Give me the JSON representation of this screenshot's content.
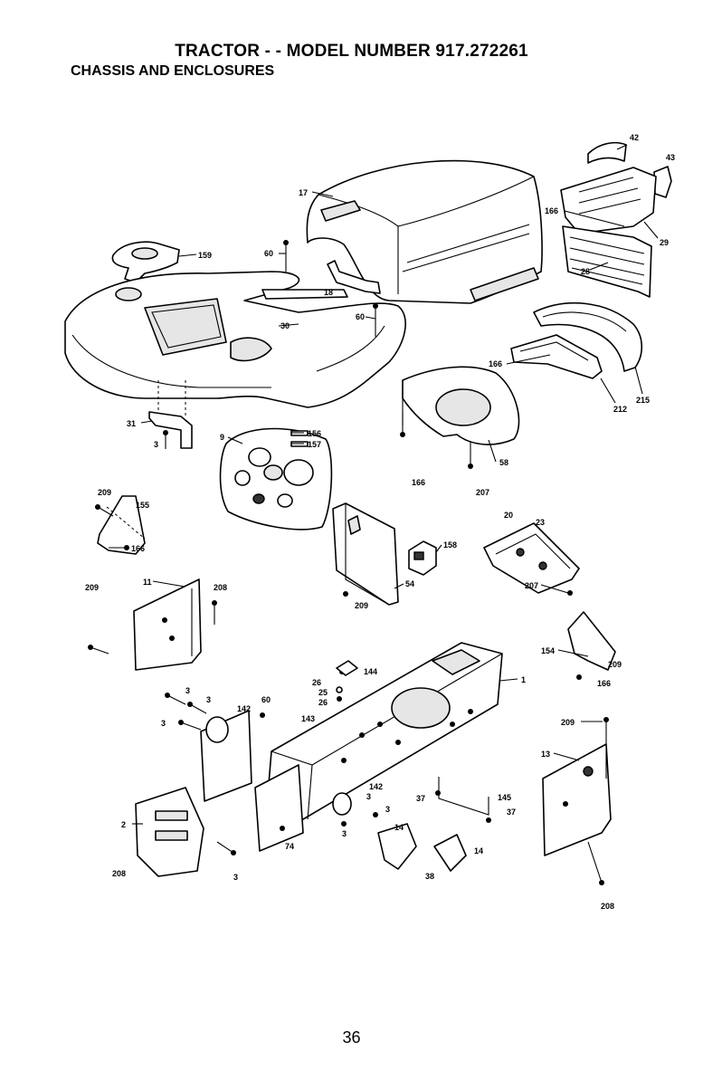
{
  "header": {
    "title": "TRACTOR - - MODEL NUMBER 917.272261",
    "subtitle": "CHASSIS AND ENCLOSURES"
  },
  "page_number": "36",
  "callouts": [
    {
      "id": "c42",
      "label": "42"
    },
    {
      "id": "c43",
      "label": "43"
    },
    {
      "id": "c17",
      "label": "17"
    },
    {
      "id": "c166a",
      "label": "166"
    },
    {
      "id": "c29",
      "label": "29"
    },
    {
      "id": "c28",
      "label": "28"
    },
    {
      "id": "c159",
      "label": "159"
    },
    {
      "id": "c60a",
      "label": "60"
    },
    {
      "id": "c18",
      "label": "18"
    },
    {
      "id": "c60b",
      "label": "60"
    },
    {
      "id": "c30",
      "label": "30"
    },
    {
      "id": "c166b",
      "label": "166"
    },
    {
      "id": "c215",
      "label": "215"
    },
    {
      "id": "c212",
      "label": "212"
    },
    {
      "id": "c31",
      "label": "31"
    },
    {
      "id": "c156",
      "label": "156"
    },
    {
      "id": "c157",
      "label": "157"
    },
    {
      "id": "c9",
      "label": "9"
    },
    {
      "id": "c3a",
      "label": "3"
    },
    {
      "id": "c166c",
      "label": "166"
    },
    {
      "id": "c58",
      "label": "58"
    },
    {
      "id": "c207a",
      "label": "207"
    },
    {
      "id": "c209a",
      "label": "209"
    },
    {
      "id": "c155",
      "label": "155"
    },
    {
      "id": "c166d",
      "label": "166"
    },
    {
      "id": "c20",
      "label": "20"
    },
    {
      "id": "c23",
      "label": "23"
    },
    {
      "id": "c158",
      "label": "158"
    },
    {
      "id": "c54",
      "label": "54"
    },
    {
      "id": "c209b",
      "label": "209"
    },
    {
      "id": "c207b",
      "label": "207"
    },
    {
      "id": "c11",
      "label": "11"
    },
    {
      "id": "c208a",
      "label": "208"
    },
    {
      "id": "c209c",
      "label": "209"
    },
    {
      "id": "c154",
      "label": "154"
    },
    {
      "id": "c209d",
      "label": "209"
    },
    {
      "id": "c166e",
      "label": "166"
    },
    {
      "id": "c144",
      "label": "144"
    },
    {
      "id": "c26a",
      "label": "26"
    },
    {
      "id": "c25",
      "label": "25"
    },
    {
      "id": "c26b",
      "label": "26"
    },
    {
      "id": "c1",
      "label": "1"
    },
    {
      "id": "c3b",
      "label": "3"
    },
    {
      "id": "c3c",
      "label": "3"
    },
    {
      "id": "c142a",
      "label": "142"
    },
    {
      "id": "c60c",
      "label": "60"
    },
    {
      "id": "c143",
      "label": "143"
    },
    {
      "id": "c3d",
      "label": "3"
    },
    {
      "id": "c209e",
      "label": "209"
    },
    {
      "id": "c13",
      "label": "13"
    },
    {
      "id": "c142b",
      "label": "142"
    },
    {
      "id": "c3e",
      "label": "3"
    },
    {
      "id": "c37a",
      "label": "37"
    },
    {
      "id": "c145",
      "label": "145"
    },
    {
      "id": "c3f",
      "label": "3"
    },
    {
      "id": "c37b",
      "label": "37"
    },
    {
      "id": "c3g",
      "label": "3"
    },
    {
      "id": "c14a",
      "label": "14"
    },
    {
      "id": "c14b",
      "label": "14"
    },
    {
      "id": "c38",
      "label": "38"
    },
    {
      "id": "c2",
      "label": "2"
    },
    {
      "id": "c74",
      "label": "74"
    },
    {
      "id": "c208b",
      "label": "208"
    },
    {
      "id": "c3h",
      "label": "3"
    },
    {
      "id": "c208c",
      "label": "208"
    }
  ]
}
